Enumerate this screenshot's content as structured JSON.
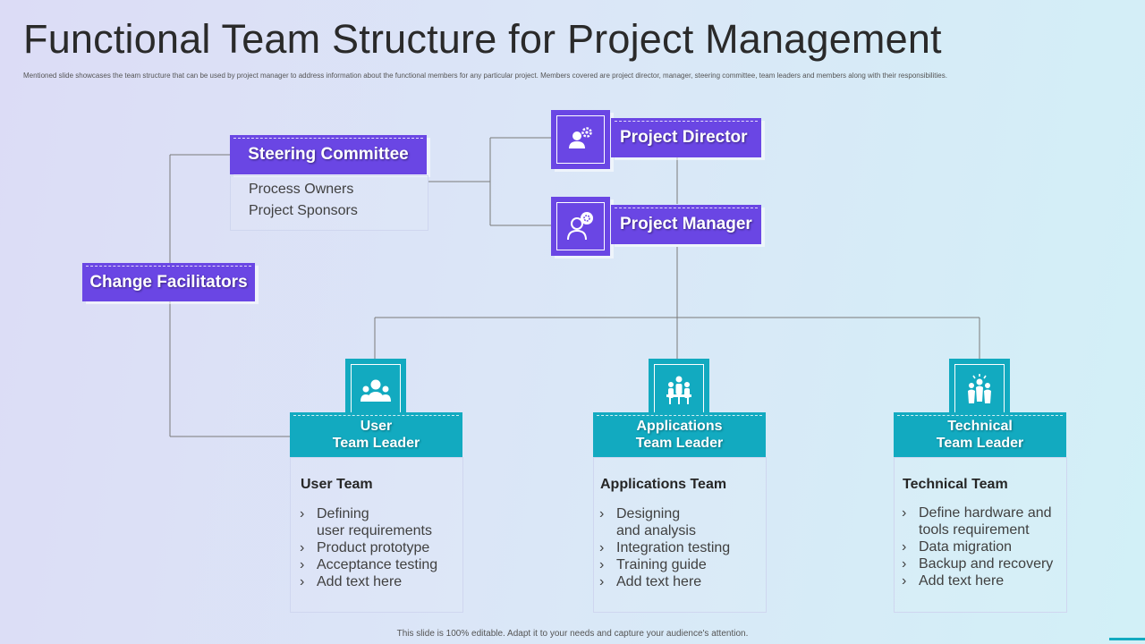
{
  "title": "Functional Team Structure for Project Management",
  "subtitle": "Mentioned slide showcases the team structure that can be used by project manager to address information about the functional members for any particular project. Members covered are project director, manager, steering committee, team leaders and members along with their responsibilities.",
  "footer": "This slide is 100% editable. Adapt it to your needs and capture your audience's attention.",
  "colors": {
    "purple": "#6a46e4",
    "teal": "#12aac0",
    "connector": "#7a7a7a"
  },
  "steering_committee": {
    "label": "Steering Committee",
    "items": [
      "Process Owners",
      "Project Sponsors"
    ]
  },
  "change_facilitators": {
    "label": "Change Facilitators"
  },
  "project_director": {
    "label": "Project Director",
    "icon": "user-gear-icon"
  },
  "project_manager": {
    "label": "Project Manager",
    "icon": "manager-gear-icon"
  },
  "teams": [
    {
      "leader": "User\nTeam Leader",
      "icon": "group-icon",
      "team_title": "User Team",
      "items": [
        "Defining\nuser requirements",
        "Product prototype",
        "Acceptance testing",
        "Add text here"
      ]
    },
    {
      "leader": "Applications\nTeam Leader",
      "icon": "team-meeting-icon",
      "team_title": "Applications  Team",
      "items": [
        "Designing\nand analysis",
        "Integration  testing",
        "Training guide",
        "Add text here"
      ]
    },
    {
      "leader": "Technical\nTeam Leader",
      "icon": "team-idea-icon",
      "team_title": "Technical Team",
      "items": [
        "Define hardware and\ntools requirement",
        "Data migration",
        "Backup and recovery",
        "Add text here"
      ]
    }
  ]
}
